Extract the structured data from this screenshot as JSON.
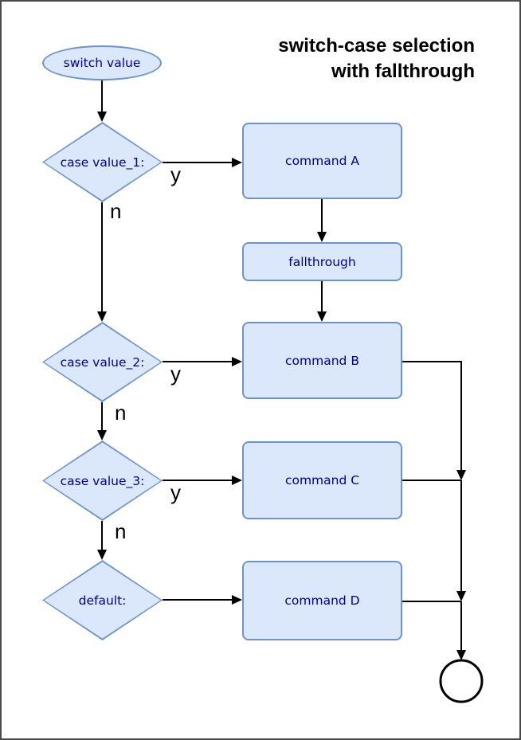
{
  "title": {
    "line1": "switch-case selection",
    "line2": "with fallthrough"
  },
  "nodes": {
    "start": {
      "label": "switch value",
      "type": "terminal"
    },
    "case1": {
      "label": "case value_1:",
      "type": "decision"
    },
    "case2": {
      "label": "case value_2:",
      "type": "decision"
    },
    "case3": {
      "label": "case value_3:",
      "type": "decision"
    },
    "default_case": {
      "label": "default:",
      "type": "decision"
    },
    "commandA": {
      "label": "command A",
      "type": "process"
    },
    "fallthrough": {
      "label": "fallthrough",
      "type": "process"
    },
    "commandB": {
      "label": "command B",
      "type": "process"
    },
    "commandC": {
      "label": "command C",
      "type": "process"
    },
    "commandD": {
      "label": "command D",
      "type": "process"
    },
    "end": {
      "label": "",
      "type": "terminal-circle"
    }
  },
  "edge_labels": {
    "yes": "y",
    "no": "n"
  },
  "colors": {
    "node_fill": "#dbe8fb",
    "node_stroke": "#6f93c9",
    "node_text": "#00008b",
    "edge": "#000000",
    "title_text": "#000000",
    "frame_border": "#4b4b4b"
  }
}
